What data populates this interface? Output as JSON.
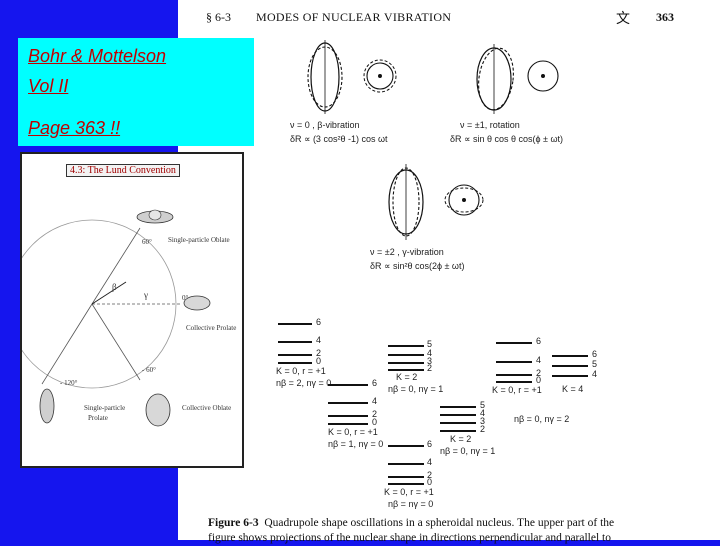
{
  "header": {
    "section": "§ 6-3",
    "title": "MODES OF NUCLEAR VIBRATION",
    "glyph": "文",
    "page_number": "363"
  },
  "note": {
    "line1": "Bohr & Mottelson",
    "line2": "Vol II",
    "line3": "Page 363 !!",
    "text_color": "#c00000",
    "bg_color": "#00ffff"
  },
  "inset": {
    "title": "4.3: The Lund Convention",
    "labels": {
      "sp_oblate": "Single-particle Oblate",
      "coll_prolate": "Collective Prolate",
      "sp_prolate_1": "Single-particle",
      "sp_prolate_2": "Prolate",
      "coll_oblate": "Collective Oblate",
      "a60": "60°",
      "a0": "0°",
      "am60": "- 60°",
      "am120": "- 120°",
      "beta": "β",
      "gamma": "γ"
    }
  },
  "shapes": {
    "s1_line1": "ν = 0 , β-vibration",
    "s1_line2": "δR ∝ (3 cos²θ -1) cos ωt",
    "s2_line1": "ν = ±1, rotation",
    "s2_line2": "δR ∝ sin θ cos θ cos(ϕ ± ωt)",
    "s3_line1": "ν = ±2 , γ-vibration",
    "s3_line2": "δR ∝ sin²θ cos(2ϕ ± ωt)"
  },
  "spectra": {
    "b1_levels": [
      "6",
      "4",
      "2",
      "0"
    ],
    "b1_q1": "K = 0, r = +1",
    "b1_q2": "nβ = 2, nγ = 0",
    "b2_levels": [
      "5",
      "4",
      "3",
      "2"
    ],
    "b2_q1": "K = 2",
    "b2_q2": "nβ = 0, nγ = 1",
    "b3_levels": [
      "6",
      "4",
      "2",
      "0"
    ],
    "b3_q1": "K = 0, r = +1",
    "b3_q2": "nβ = 1, nγ = 0",
    "b4_levels": [
      "5",
      "4",
      "3",
      "2"
    ],
    "b4_q1": "K = 2",
    "b4_q2": "nβ = 0, nγ = 1",
    "b5_levels": [
      "6",
      "4",
      "2",
      "0"
    ],
    "b5_q1": "K = 0, r = +1",
    "b5_q2": "nβ = nγ = 0",
    "b6_levels": [
      "6",
      "4",
      "2",
      "0"
    ],
    "b6_q1": "K = 0, r = +1",
    "b7_levels": [
      "6",
      "5",
      "4"
    ],
    "b7_q1": "K = 4",
    "b67_q2": "nβ = 0, nγ = 2"
  },
  "caption": {
    "label": "Figure 6-3",
    "line1": "Quadrupole shape oscillations in a spheroidal nucleus. The upper part of the",
    "line2": "figure shows projections of the nuclear shape in directions perpendicular and parallel to"
  }
}
